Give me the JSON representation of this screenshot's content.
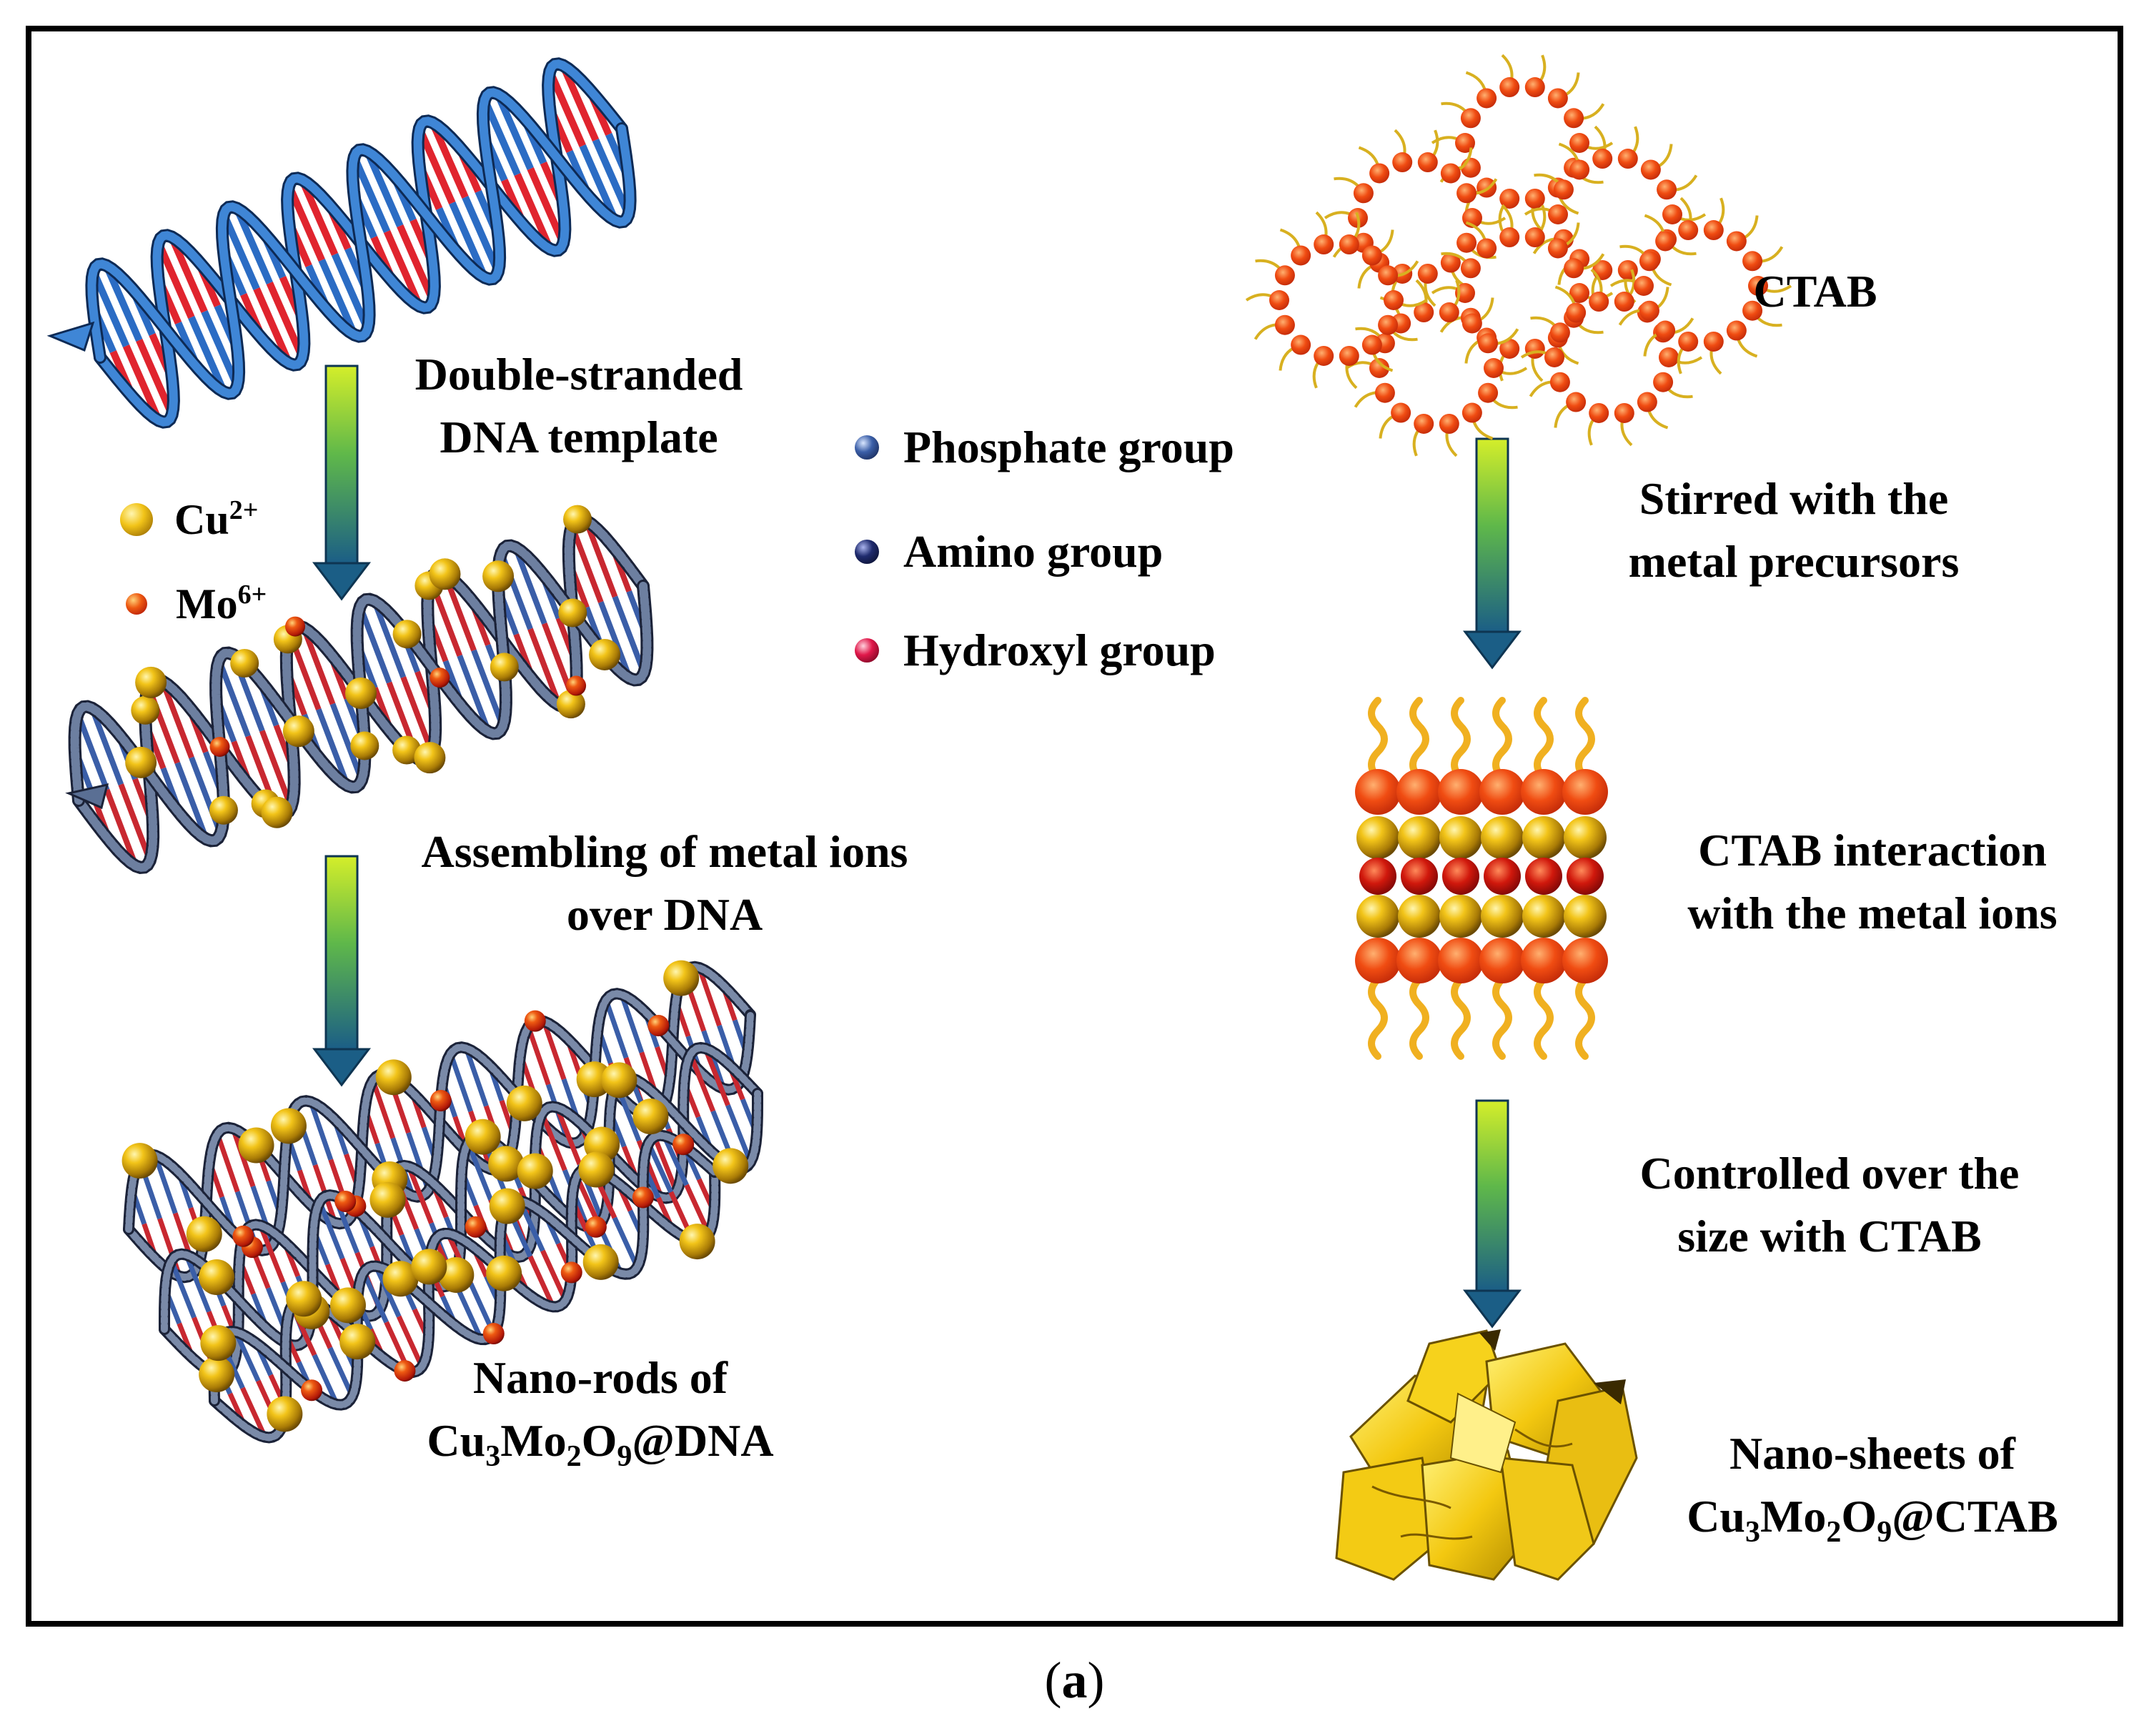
{
  "left": {
    "dna_label": [
      "Double-stranded",
      "DNA template"
    ],
    "ions": {
      "cu": {
        "base": "Cu",
        "sup": "2+"
      },
      "mo": {
        "base": "Mo",
        "sup": "6+"
      }
    },
    "assembling_label": [
      "Assembling of metal ions",
      "over DNA"
    ],
    "nanorods_label": [
      "Nano-rods of",
      "Cu",
      "3",
      "Mo",
      "2",
      "O",
      "9",
      "@DNA"
    ]
  },
  "legend": [
    {
      "label": "Phosphate group",
      "color": "#3b5fa8"
    },
    {
      "label": "Amino group",
      "color": "#1f2b6e"
    },
    {
      "label": "Hydroxyl group",
      "color": "#e0184a"
    }
  ],
  "right": {
    "ctab_label": "CTAB",
    "stirred_label": [
      "Stirred with the",
      "metal precursors"
    ],
    "interaction_label": [
      "CTAB interaction",
      "with the metal ions"
    ],
    "controlled_label": [
      "Controlled over the",
      "size with CTAB"
    ],
    "nanosheets_label": [
      "Nano-sheets of",
      "Cu",
      "3",
      "Mo",
      "2",
      "O",
      "9",
      "@CTAB"
    ]
  },
  "caption": {
    "open": "(",
    "letter": "a",
    "close": ")"
  },
  "colors": {
    "dna_blue": "#2b6cc4",
    "dna_red": "#e0242e",
    "gold": "#e8b812",
    "orange_red": "#ee4a10",
    "arrow_top": "#c8e629",
    "arrow_bottom": "#1e6a8c"
  }
}
